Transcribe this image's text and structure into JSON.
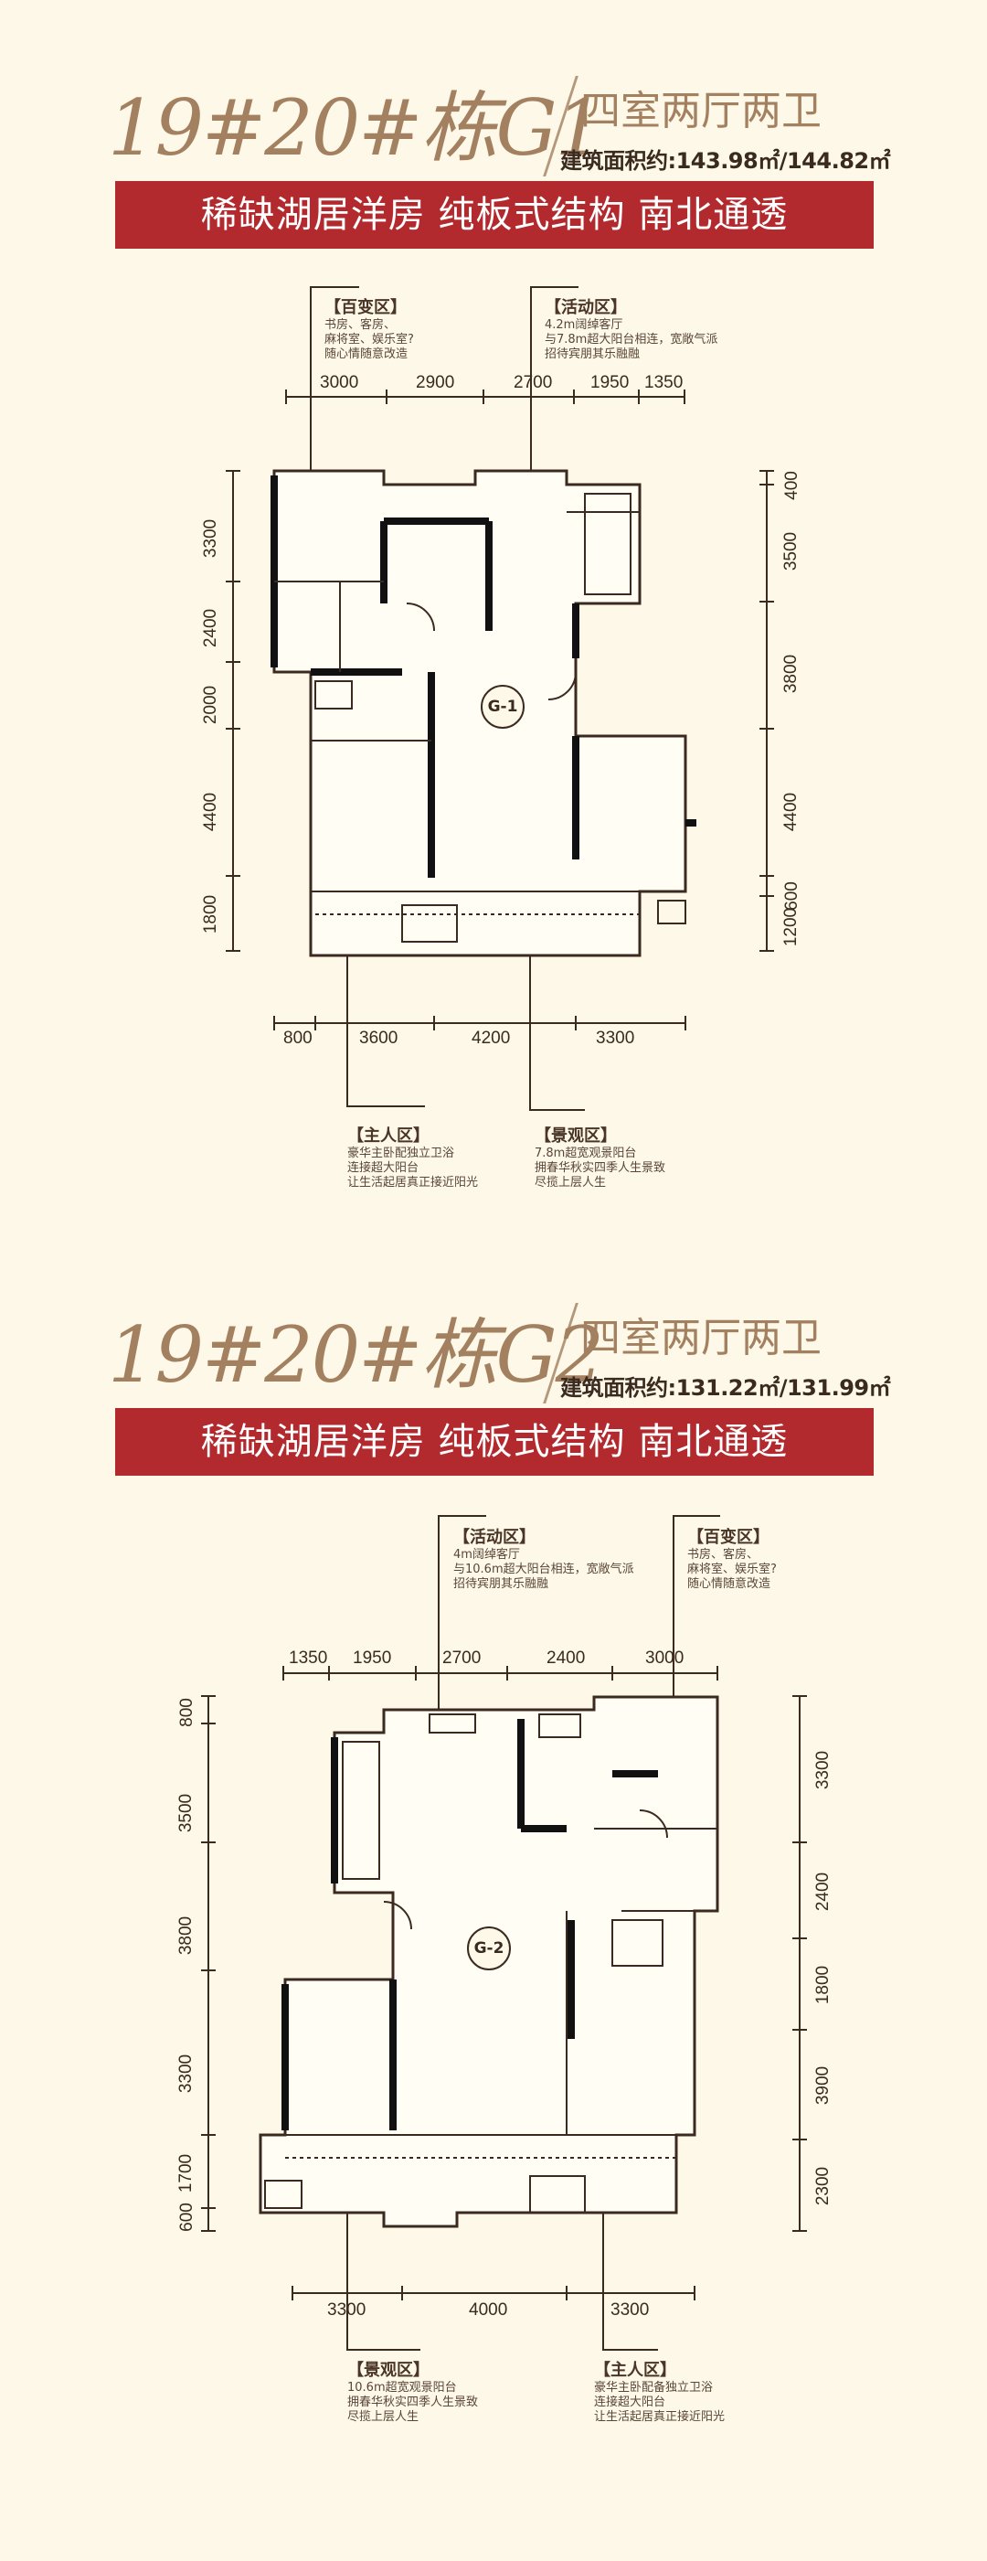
{
  "g1": {
    "title": "19#20#栋G1",
    "rooms": "四室两厅两卫",
    "area": "建筑面积约:143.98㎡/144.82㎡",
    "banner": "稀缺湖居洋房  纯板式结构  南北通透",
    "tag": "G-1",
    "annotations": [
      {
        "title": "【百变区】",
        "lines": [
          "书房、客房、",
          "麻将室、娱乐室?",
          "随心情随意改造"
        ]
      },
      {
        "title": "【活动区】",
        "lines": [
          "4.2m阔绰客厅",
          "与7.8m超大阳台相连，宽敞气派",
          "招待宾朋其乐融融"
        ]
      },
      {
        "title": "【主人区】",
        "lines": [
          "豪华主卧配独立卫浴",
          "连接超大阳台",
          "让生活起居真正接近阳光"
        ]
      },
      {
        "title": "【景观区】",
        "lines": [
          "7.8m超宽观景阳台",
          "拥春华秋实四季人生景致",
          "尽揽上层人生"
        ]
      }
    ],
    "dims": {
      "top": [
        "3000",
        "2900",
        "2700",
        "1950",
        "1350"
      ],
      "left": [
        "3300",
        "2400",
        "2000",
        "4400",
        "1800"
      ],
      "right": [
        "400",
        "3500",
        "3800",
        "4400",
        "600",
        "1200"
      ],
      "bottom": [
        "800",
        "3600",
        "4200",
        "3300"
      ]
    }
  },
  "g2": {
    "title": "19#20#栋G2",
    "rooms": "四室两厅两卫",
    "area": "建筑面积约:131.22㎡/131.99㎡",
    "banner": "稀缺湖居洋房  纯板式结构  南北通透",
    "tag": "G-2",
    "annotations": [
      {
        "title": "【活动区】",
        "lines": [
          "4m阔绰客厅",
          "与10.6m超大阳台相连，宽敞气派",
          "招待宾朋其乐融融"
        ]
      },
      {
        "title": "【百变区】",
        "lines": [
          "书房、客房、",
          "麻将室、娱乐室?",
          "随心情随意改造"
        ]
      },
      {
        "title": "【景观区】",
        "lines": [
          "10.6m超宽观景阳台",
          "拥春华秋实四季人生景致",
          "尽揽上层人生"
        ]
      },
      {
        "title": "【主人区】",
        "lines": [
          "豪华主卧配备独立卫浴",
          "连接超大阳台",
          "让生活起居真正接近阳光"
        ]
      }
    ],
    "dims": {
      "top": [
        "1350",
        "1950",
        "2700",
        "2400",
        "3000"
      ],
      "left": [
        "800",
        "3500",
        "3800",
        "3300",
        "1700",
        "600"
      ],
      "right": [
        "3300",
        "2400",
        "1800",
        "3900",
        "2300"
      ],
      "bottom": [
        "3300",
        "4000",
        "3300"
      ]
    }
  },
  "colors": {
    "background": "#fdf8e8",
    "title": "#a3805f",
    "banner": "#b22a2e",
    "ink": "#3a2a20"
  }
}
